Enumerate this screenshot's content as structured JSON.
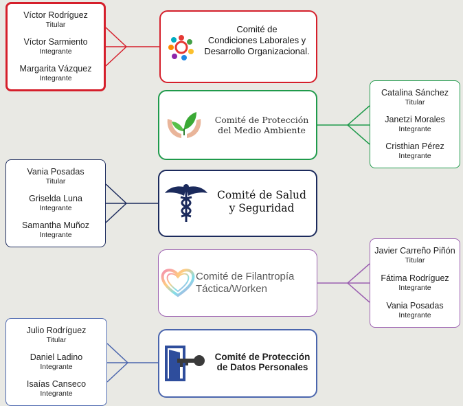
{
  "colors": {
    "background": "#e9e9e4",
    "red": "#d51f2b",
    "green": "#1f9a4b",
    "navy": "#1b2a5c",
    "purple": "#9b5fb0",
    "blue": "#4a65ad"
  },
  "committees": [
    {
      "title_lines": [
        "Comité de",
        "Condiciones Laborales y",
        "Desarrollo Organizacional."
      ],
      "icon": "people-circle-icon",
      "members": [
        {
          "name": "Víctor Rodríguez",
          "role": "Titular"
        },
        {
          "name": "Víctor Sarmiento",
          "role": "Integrante"
        },
        {
          "name": "Margarita Vázquez",
          "role": "Integrante"
        }
      ]
    },
    {
      "title_lines": [
        "Comité de Protección",
        "del Medio Ambiente"
      ],
      "icon": "hands-leaf-icon",
      "members": [
        {
          "name": "Catalina Sánchez",
          "role": "Titular"
        },
        {
          "name": "Janetzi Morales",
          "role": "Integrante"
        },
        {
          "name": "Cristhian Pérez",
          "role": "Integrante"
        }
      ]
    },
    {
      "title_lines": [
        "Comité de Salud",
        "y Seguridad"
      ],
      "icon": "caduceus-icon",
      "members": [
        {
          "name": "Vania Posadas",
          "role": "Titular"
        },
        {
          "name": "Griselda Luna",
          "role": "Integrante"
        },
        {
          "name": "Samantha Muñoz",
          "role": "Integrante"
        }
      ]
    },
    {
      "title_lines": [
        "Comité de Filantropía",
        "Táctica/Worken"
      ],
      "icon": "heart-icon",
      "members": [
        {
          "name": "Javier Carreño Piñón",
          "role": "Titular"
        },
        {
          "name": "Fátima Rodríguez",
          "role": "Integrante"
        },
        {
          "name": "Vania Posadas",
          "role": "Integrante"
        }
      ]
    },
    {
      "title_lines": [
        "Comité de Protección",
        "de Datos Personales"
      ],
      "icon": "door-key-icon",
      "members": [
        {
          "name": "Julio Rodríguez",
          "role": "Titular"
        },
        {
          "name": "Daniel Ladino",
          "role": "Integrante"
        },
        {
          "name": "Isaías Canseco",
          "role": "Integrante"
        }
      ]
    }
  ]
}
